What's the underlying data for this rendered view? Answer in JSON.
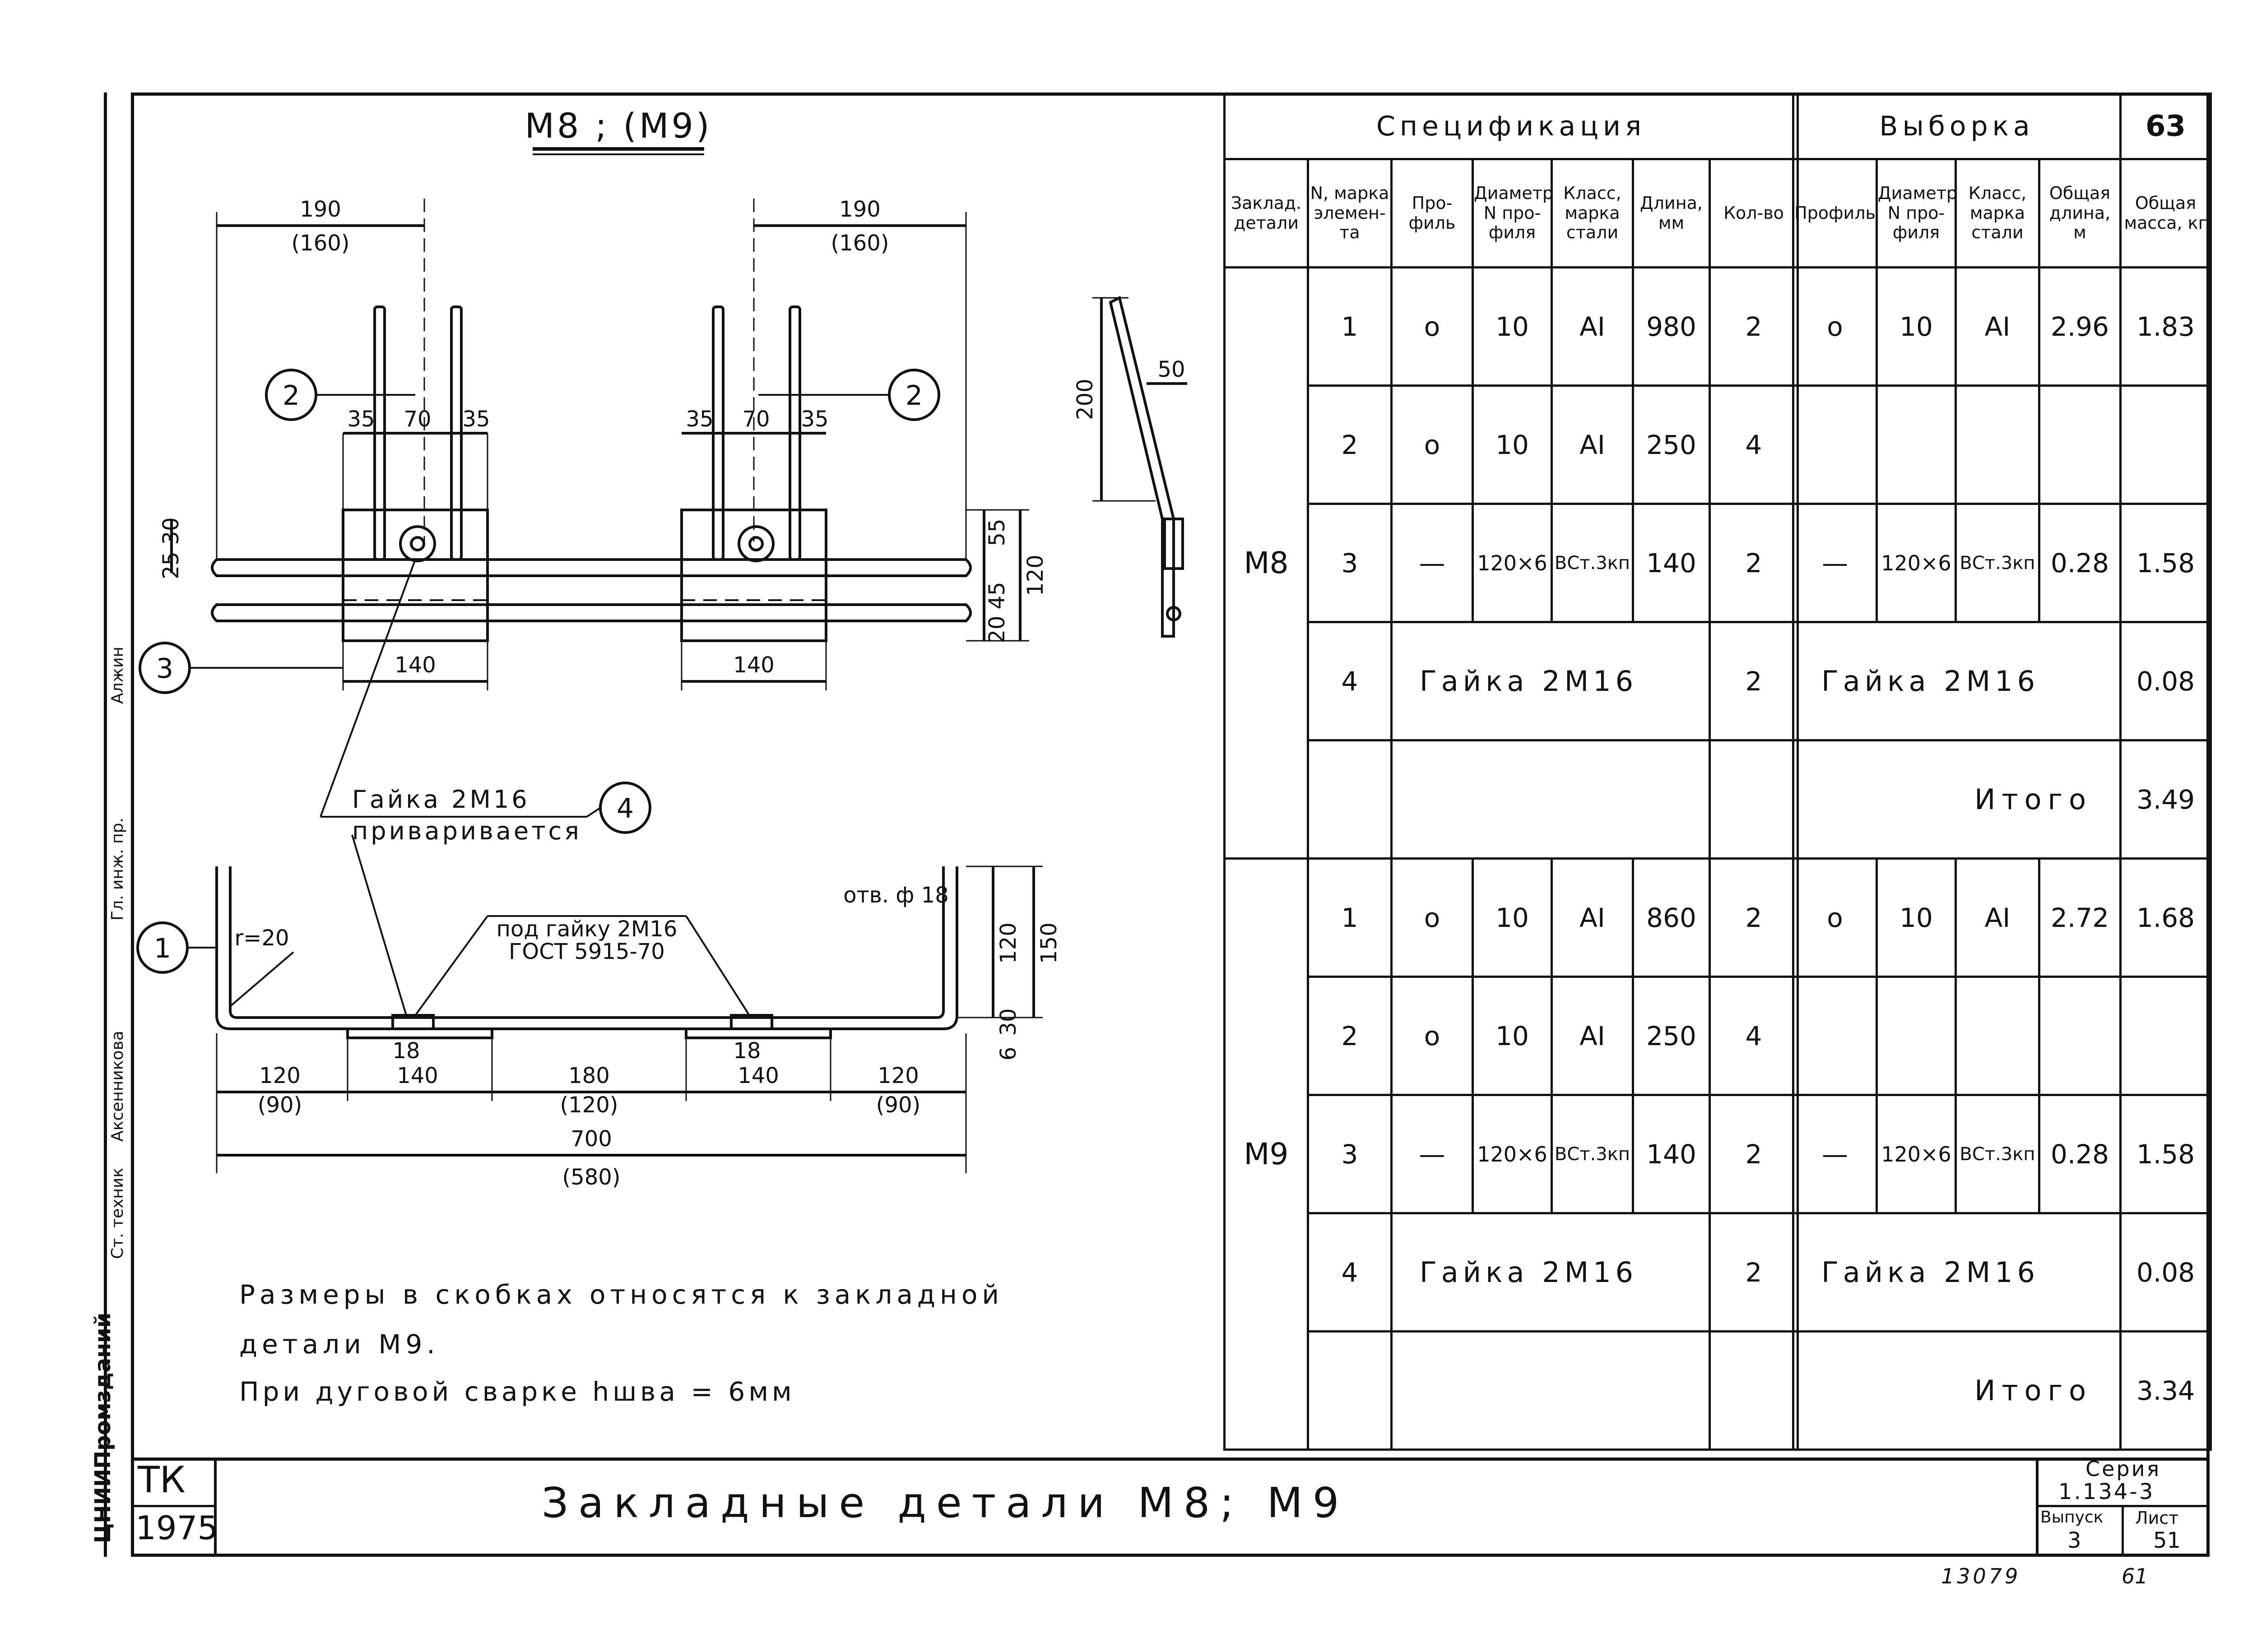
{
  "drawing": {
    "title": "М8 ; (М9)",
    "dims_top_left": {
      "w190": "190",
      "w160": "(160)",
      "d35a": "35",
      "d70": "70",
      "d35b": "35",
      "h2530": "25 30",
      "w140": "140"
    },
    "dims_top_right": {
      "w190": "190",
      "w160": "(160)",
      "d35a": "35",
      "d70": "70",
      "d35b": "35",
      "d55": "55",
      "d45": "45",
      "d20": "20",
      "d120": "120",
      "w140": "140"
    },
    "side_view": {
      "d200": "200",
      "d50": "50"
    },
    "callouts": {
      "c1": "1",
      "c2a": "2",
      "c2b": "2",
      "c3": "3",
      "c4": "4"
    },
    "nut_note_line1": "Гайка 2М16",
    "nut_note_line2": "приваривается",
    "hole_note_line1": "отв. ф 18",
    "hole_note_line2": "под гайку 2М16",
    "hole_note_line3": "ГОСТ 5915-70",
    "radius_label": "r=20",
    "bottom_dims": {
      "d18a": "18",
      "d18b": "18",
      "d120": "120",
      "d90a": "(90)",
      "d140a": "140",
      "d180": "180",
      "d120b": "(120)",
      "d140b": "140",
      "d120c": "120",
      "d90b": "(90)",
      "d700": "700",
      "d580": "(580)",
      "r120": "120",
      "r150": "150",
      "r30": "30",
      "r6": "6"
    }
  },
  "notes": [
    "Размеры в скобках относятся к закладной",
    "детали М9.",
    "При дуговой сварке hшва = 6мм"
  ],
  "spec_table": {
    "title": "Спецификация",
    "headers": [
      "Заклад. детали",
      "N, марка элемен- та",
      "Про- филь",
      "Диаметр, N про- филя",
      "Класс, марка стали",
      "Длина, мм",
      "Кол-во"
    ]
  },
  "sample_table": {
    "title": "Выборка",
    "headers": [
      "Профиль",
      "Диаметр N про- филя",
      "Класс, марка стали",
      "Общая длина, м",
      "Общая масса, кг"
    ]
  },
  "rows": {
    "m8": {
      "mark": "М8",
      "r1": {
        "n": "1",
        "prof": "о",
        "dia": "10",
        "cls": "АI",
        "len": "980",
        "qty": "2",
        "s_prof": "о",
        "s_dia": "10",
        "s_cls": "АI",
        "s_len": "2.96",
        "s_mass": "1.83"
      },
      "r2": {
        "n": "2",
        "prof": "о",
        "dia": "10",
        "cls": "АI",
        "len": "250",
        "qty": "4"
      },
      "r3": {
        "n": "3",
        "prof": "—",
        "dia": "120×6",
        "cls": "ВСт.3кп",
        "len": "140",
        "qty": "2",
        "s_prof": "—",
        "s_dia": "120×6",
        "s_cls": "ВСт.3кп",
        "s_len": "0.28",
        "s_mass": "1.58"
      },
      "r4": {
        "n": "4",
        "name": "Гайка 2М16",
        "qty": "2",
        "s_name": "Гайка 2М16",
        "s_mass": "0.08"
      },
      "total_label": "Итого",
      "total": "3.49"
    },
    "m9": {
      "mark": "М9",
      "r1": {
        "n": "1",
        "prof": "о",
        "dia": "10",
        "cls": "АI",
        "len": "860",
        "qty": "2",
        "s_prof": "о",
        "s_dia": "10",
        "s_cls": "АI",
        "s_len": "2.72",
        "s_mass": "1.68"
      },
      "r2": {
        "n": "2",
        "prof": "о",
        "dia": "10",
        "cls": "АI",
        "len": "250",
        "qty": "4"
      },
      "r3": {
        "n": "3",
        "prof": "—",
        "dia": "120×6",
        "cls": "ВСт.3кп",
        "len": "140",
        "qty": "2",
        "s_prof": "—",
        "s_dia": "120×6",
        "s_cls": "ВСт.3кп",
        "s_len": "0.28",
        "s_mass": "1.58"
      },
      "r4": {
        "n": "4",
        "name": "Гайка 2М16",
        "qty": "2",
        "s_name": "Гайка 2М16",
        "s_mass": "0.08"
      },
      "total_label": "Итого",
      "total": "3.34"
    }
  },
  "page_number": "63",
  "title_block": {
    "org_top": "ТК",
    "org_year": "1975",
    "title": "Закладные детали М8; М9",
    "series_label": "Серия",
    "series_value": "1.134-3",
    "issue_label": "Выпуск",
    "issue_value": "3",
    "sheet_label": "Лист",
    "sheet_value": "51",
    "bottom_number": "13079",
    "bottom_number2": "61"
  },
  "side_strip": {
    "role1": "Ст. техник",
    "role2": "Гл. инж. пр.",
    "name1": "Аксенникова",
    "name2": "Алжин",
    "institute": "ЦНИИПромзданий"
  }
}
